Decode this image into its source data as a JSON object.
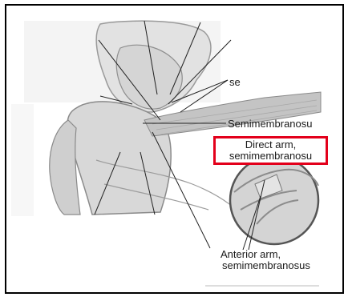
{
  "labels": {
    "top_partial": "se",
    "semimembranosus": "Semimembranosu",
    "direct_arm_line1": "Direct arm,",
    "direct_arm_line2": "semimembranosu",
    "anterior_arm_line1": "Anterior arm,",
    "anterior_arm_line2": "semimembranosus"
  },
  "colors": {
    "frame_border": "#000000",
    "highlight_border": "#e3001b",
    "illustration": "#c8c8c8",
    "leader_lines": "#222222"
  }
}
